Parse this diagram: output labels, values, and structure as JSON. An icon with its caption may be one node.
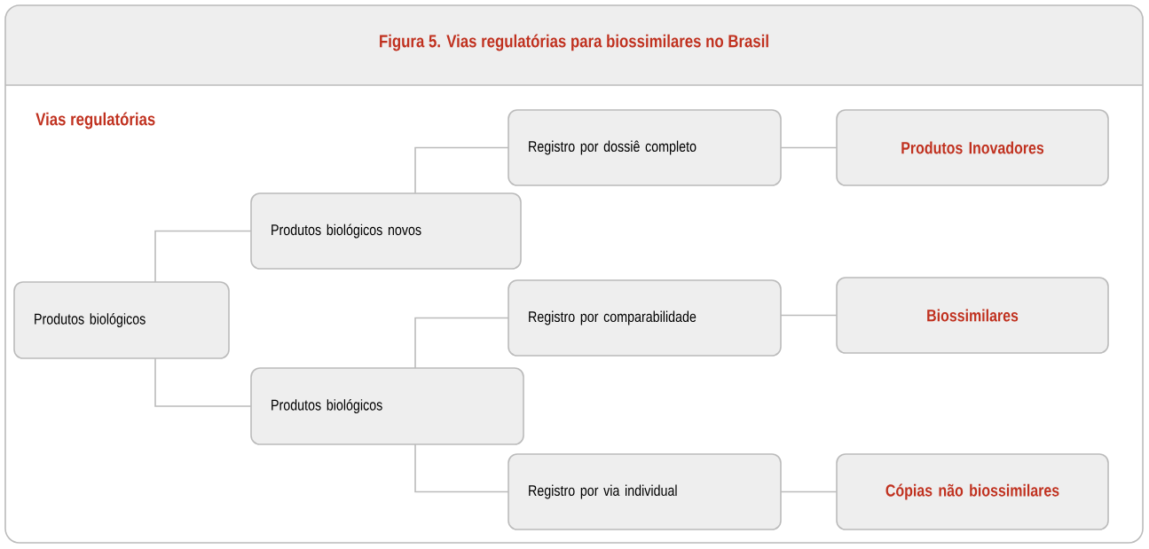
{
  "diagram": {
    "title": "Figura 5. Vias regulatórias para biossimilares no Brasil",
    "nodes": [
      {
        "text": [
          "Produtos biológicos"
        ]
      },
      {
        "text": [
          "Produtos biológicos novos"
        ]
      },
      {
        "text": [
          "Produtos biológicos"
        ]
      },
      {
        "text": [
          "Registro por dossiê completo"
        ]
      },
      {
        "text": [
          "Produtos Inovadores"
        ]
      },
      {
        "text": [
          "Registro por comparabilidade"
        ]
      },
      {
        "text": [
          "Biossimilares"
        ]
      },
      {
        "text": [
          "Registro por via individual"
        ]
      },
      {
        "text": [
          "Cópias não biossimilares"
        ]
      }
    ],
    "edges": [
      {
        "from": 0,
        "to": 1,
        "arrow": "none"
      },
      {
        "from": 0,
        "to": 2,
        "arrow": "none"
      },
      {
        "from": 1,
        "to": 3,
        "arrow": "none"
      },
      {
        "from": 3,
        "to": 4,
        "arrow": "none"
      },
      {
        "from": 2,
        "to": 5,
        "arrow": "none"
      },
      {
        "from": 5,
        "to": 6,
        "arrow": "none"
      },
      {
        "from": 2,
        "to": 7,
        "arrow": "none"
      },
      {
        "from": 7,
        "to": 8,
        "arrow": "none"
      }
    ],
    "labels": [
      "Vias regulatórias"
    ]
  }
}
